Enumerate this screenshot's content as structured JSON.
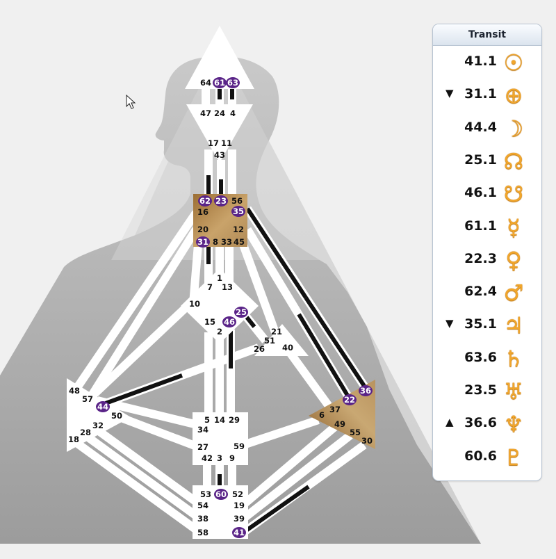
{
  "panel": {
    "title": "Transit",
    "rows": [
      {
        "arrow": "",
        "value": "41.1",
        "planet": "sun-icon",
        "glyph": "☉"
      },
      {
        "arrow": "▼",
        "value": "31.1",
        "planet": "earth-icon",
        "glyph": "⊕"
      },
      {
        "arrow": "",
        "value": "44.4",
        "planet": "moon-icon",
        "glyph": "☽"
      },
      {
        "arrow": "",
        "value": "25.1",
        "planet": "north-node-icon",
        "glyph": "☊"
      },
      {
        "arrow": "",
        "value": "46.1",
        "planet": "south-node-icon",
        "glyph": "☋"
      },
      {
        "arrow": "",
        "value": "61.1",
        "planet": "mercury-icon",
        "glyph": "☿"
      },
      {
        "arrow": "",
        "value": "22.3",
        "planet": "venus-icon",
        "glyph": "♀"
      },
      {
        "arrow": "",
        "value": "62.4",
        "planet": "mars-icon",
        "glyph": "♂"
      },
      {
        "arrow": "▼",
        "value": "35.1",
        "planet": "jupiter-icon",
        "glyph": "♃"
      },
      {
        "arrow": "",
        "value": "63.6",
        "planet": "saturn-icon",
        "glyph": "♄"
      },
      {
        "arrow": "",
        "value": "23.5",
        "planet": "uranus-icon",
        "glyph": "♅"
      },
      {
        "arrow": "▲",
        "value": "36.6",
        "planet": "neptune-icon",
        "glyph": "♆"
      },
      {
        "arrow": "",
        "value": "60.6",
        "planet": "pluto-icon",
        "glyph": "♇"
      }
    ]
  },
  "colors": {
    "background": "#f0f0f0",
    "silhouette": "#b2b2b2",
    "center_white": "#ffffff",
    "defined_center": "#b48a4c",
    "active_gate_fill": "#5a2488",
    "channel_active": "#111111",
    "glyph": "#f1a62c"
  },
  "gates": [
    {
      "n": "64",
      "active": false
    },
    {
      "n": "61",
      "active": true
    },
    {
      "n": "63",
      "active": true
    },
    {
      "n": "47",
      "active": false
    },
    {
      "n": "24",
      "active": false
    },
    {
      "n": "4",
      "active": false
    },
    {
      "n": "17",
      "active": false
    },
    {
      "n": "11",
      "active": false
    },
    {
      "n": "43",
      "active": false
    },
    {
      "n": "62",
      "active": true
    },
    {
      "n": "23",
      "active": true
    },
    {
      "n": "56",
      "active": false
    },
    {
      "n": "16",
      "active": false
    },
    {
      "n": "35",
      "active": true
    },
    {
      "n": "20",
      "active": false
    },
    {
      "n": "12",
      "active": false
    },
    {
      "n": "31",
      "active": true
    },
    {
      "n": "8",
      "active": false
    },
    {
      "n": "33",
      "active": false
    },
    {
      "n": "45",
      "active": false
    },
    {
      "n": "1",
      "active": false
    },
    {
      "n": "7",
      "active": false
    },
    {
      "n": "13",
      "active": false
    },
    {
      "n": "10",
      "active": false
    },
    {
      "n": "25",
      "active": true
    },
    {
      "n": "15",
      "active": false
    },
    {
      "n": "46",
      "active": true
    },
    {
      "n": "2",
      "active": false
    },
    {
      "n": "21",
      "active": false
    },
    {
      "n": "51",
      "active": false
    },
    {
      "n": "26",
      "active": false
    },
    {
      "n": "40",
      "active": false
    },
    {
      "n": "48",
      "active": false
    },
    {
      "n": "57",
      "active": false
    },
    {
      "n": "44",
      "active": true
    },
    {
      "n": "50",
      "active": false
    },
    {
      "n": "32",
      "active": false
    },
    {
      "n": "28",
      "active": false
    },
    {
      "n": "18",
      "active": false
    },
    {
      "n": "36",
      "active": true
    },
    {
      "n": "22",
      "active": true
    },
    {
      "n": "37",
      "active": false
    },
    {
      "n": "6",
      "active": false
    },
    {
      "n": "49",
      "active": false
    },
    {
      "n": "55",
      "active": false
    },
    {
      "n": "30",
      "active": false
    },
    {
      "n": "5",
      "active": false
    },
    {
      "n": "14",
      "active": false
    },
    {
      "n": "29",
      "active": false
    },
    {
      "n": "34",
      "active": false
    },
    {
      "n": "27",
      "active": false
    },
    {
      "n": "59",
      "active": false
    },
    {
      "n": "42",
      "active": false
    },
    {
      "n": "3",
      "active": false
    },
    {
      "n": "9",
      "active": false
    },
    {
      "n": "53",
      "active": false
    },
    {
      "n": "60",
      "active": true
    },
    {
      "n": "52",
      "active": false
    },
    {
      "n": "54",
      "active": false
    },
    {
      "n": "19",
      "active": false
    },
    {
      "n": "38",
      "active": false
    },
    {
      "n": "39",
      "active": false
    },
    {
      "n": "58",
      "active": false
    },
    {
      "n": "41",
      "active": true
    }
  ]
}
